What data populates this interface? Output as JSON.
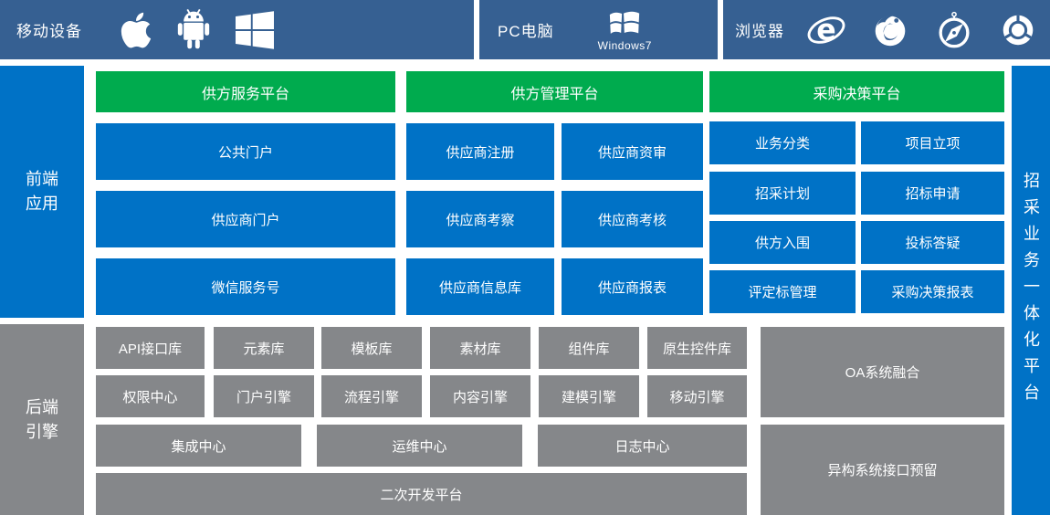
{
  "colors": {
    "top_bar": "#366092",
    "box_blue": "#0072C6",
    "header_green": "#00AB4E",
    "box_gray": "#85878A",
    "text": "#ffffff"
  },
  "top_bar": {
    "sections": [
      {
        "label": "移动设备",
        "icons": [
          "apple-icon",
          "android-icon",
          "windows-icon"
        ]
      },
      {
        "label": "PC电脑",
        "icons": [
          "windows7-icon"
        ],
        "caption": "Windows7"
      },
      {
        "label": "浏览器",
        "icons": [
          "ie-icon",
          "firefox-icon",
          "safari-icon",
          "chrome-icon"
        ]
      }
    ]
  },
  "sidebars": {
    "frontend": "前端应用",
    "backend": "后端引擎"
  },
  "right_strip": {
    "label": "招采业务一体化平台"
  },
  "frontend": {
    "groups": [
      {
        "header": "供方服务平台",
        "rows": [
          [
            "公共门户"
          ],
          [
            "供应商门户"
          ],
          [
            "微信服务号"
          ]
        ]
      },
      {
        "header": "供方管理平台",
        "rows": [
          [
            "供应商注册",
            "供应商资审"
          ],
          [
            "供应商考察",
            "供应商考核"
          ],
          [
            "供应商信息库",
            "供应商报表"
          ]
        ]
      },
      {
        "header": "采购决策平台",
        "rows": [
          [
            "业务分类",
            "项目立项"
          ],
          [
            "招采计划",
            "招标申请"
          ],
          [
            "供方入围",
            "投标答疑"
          ],
          [
            "评定标管理",
            "采购决策报表"
          ]
        ]
      }
    ]
  },
  "backend": {
    "small_rows": [
      [
        "API接口库",
        "元素库",
        "模板库",
        "素材库",
        "组件库",
        "原生控件库"
      ],
      [
        "权限中心",
        "门户引擎",
        "流程引擎",
        "内容引擎",
        "建模引擎",
        "移动引擎"
      ]
    ],
    "wide_row": [
      "集成中心",
      "运维中心",
      "日志中心"
    ],
    "bottom_row": "二次开发平台",
    "right_column": [
      "OA系统融合",
      "异构系统接口预留"
    ]
  }
}
